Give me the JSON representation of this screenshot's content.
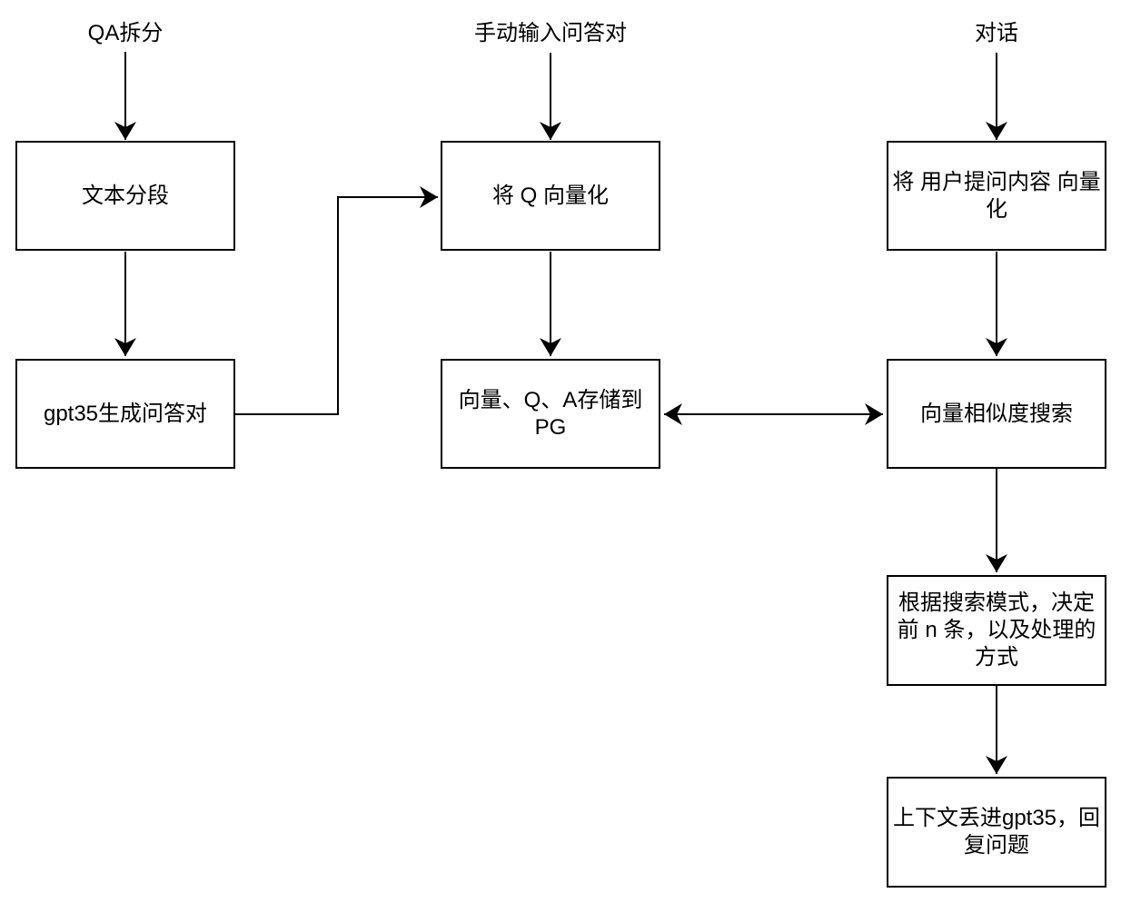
{
  "diagram": {
    "background_color": "#ffffff",
    "stroke_color": "#000000",
    "text_color": "#000000",
    "labels": [
      {
        "id": "qa-split",
        "text": "QA拆分"
      },
      {
        "id": "manual-input-qa",
        "text": "手动输入问答对"
      },
      {
        "id": "dialog",
        "text": "对话"
      }
    ],
    "nodes": [
      {
        "id": "text-segmentation",
        "text": "文本分段"
      },
      {
        "id": "gpt35-generate-qa",
        "text": "gpt35生成问答对"
      },
      {
        "id": "vectorize-q",
        "text": "将 Q 向量化"
      },
      {
        "id": "store-vector-qa-to-pg",
        "text": "向量、Q、A存储到\nPG"
      },
      {
        "id": "vectorize-user-question",
        "text": "将 用户提问内容 向量\n化"
      },
      {
        "id": "vector-similarity-search",
        "text": "向量相似度搜索"
      },
      {
        "id": "search-mode-top-n",
        "text": "根据搜索模式，决定\n前 n 条，以及处理的\n方式"
      },
      {
        "id": "context-to-gpt35-reply",
        "text": "上下文丢进gpt35，回\n复问题"
      }
    ],
    "edges": [
      {
        "from": "qa-split",
        "to": "text-segmentation",
        "bidirectional": false
      },
      {
        "from": "text-segmentation",
        "to": "gpt35-generate-qa",
        "bidirectional": false
      },
      {
        "from": "gpt35-generate-qa",
        "to": "vectorize-q",
        "bidirectional": false
      },
      {
        "from": "manual-input-qa",
        "to": "vectorize-q",
        "bidirectional": false
      },
      {
        "from": "vectorize-q",
        "to": "store-vector-qa-to-pg",
        "bidirectional": false
      },
      {
        "from": "store-vector-qa-to-pg",
        "to": "vector-similarity-search",
        "bidirectional": true
      },
      {
        "from": "dialog",
        "to": "vectorize-user-question",
        "bidirectional": false
      },
      {
        "from": "vectorize-user-question",
        "to": "vector-similarity-search",
        "bidirectional": false
      },
      {
        "from": "vector-similarity-search",
        "to": "search-mode-top-n",
        "bidirectional": false
      },
      {
        "from": "search-mode-top-n",
        "to": "context-to-gpt35-reply",
        "bidirectional": false
      }
    ]
  }
}
